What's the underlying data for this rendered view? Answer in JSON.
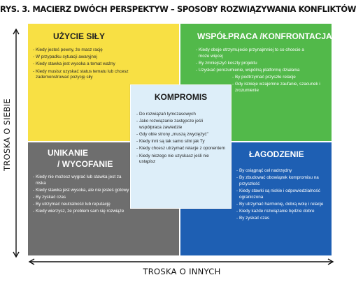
{
  "title": "RYS. 3. MACIERZ DWÓCH PERSPEKTYW – SPOSOBY ROZWIĄZYWANIA KONFLIKTÓW",
  "axes": {
    "y_label": "TROSKA O SIEBIE",
    "x_label": "TROSKA O INNYCH"
  },
  "colors": {
    "yellow": "#f8e044",
    "green": "#52b94a",
    "gray": "#6e6e6e",
    "blue": "#1e5fb3",
    "center": "#ddeef9"
  },
  "quadrants": {
    "force": {
      "title": "UŻYCIE SIŁY",
      "items": [
        "Kiedy jesteś pewny, że masz rację",
        "W przypadku sytuacji awaryjnej",
        "Kiedy stawka jest wysoka a temat ważny",
        "Kiedy musisz uzyskać status tematu lub chcesz zademonstrować pozycję siły"
      ]
    },
    "collaboration": {
      "title": "WSPÓŁPRACA /KONFRONTACJA",
      "items": [
        "Kiedy oboje otrzymujecie przynajmniej to co chcecie a może więcej",
        "By zmniejszyć koszty projektu",
        "Uzyskać porozumienie, wspólną platformę działania",
        "By podtrzymać przyszłe relacje",
        "Gdy istnieje wzajemne zaufanie, szacunek i zrozumienie"
      ]
    },
    "avoidance": {
      "title_line1": "UNIKANIE",
      "title_line2": "/ WYCOFANIE",
      "items": [
        "Kiedy nie możesz wygrać lub stawka jest za niska",
        "Kiedy stawka jest wysoka, ale nie jesteś gotowy",
        "By zyskać czas",
        "By utrzymać neutralność lub reputację",
        "Kiedy wierzysz, że problem sam się rozwiąże"
      ]
    },
    "accommodation": {
      "title": "ŁAGODZENIE",
      "items": [
        "By osiągnąć cel nadrzędny",
        "By zbudować obowiązek kompromisu na przyszłość",
        "Kiedy stawki są niskie i odpowiedzialność ograniczona",
        "By utrzymać harmonię, dobrą wolę i relacje",
        "Kiedy każde rozwiązanie będzie dobre",
        "By zyskać czas"
      ]
    },
    "compromise": {
      "title": "KOMPROMIS",
      "items": [
        "Do rozwiązań tymczasowych",
        "Jako rozwiązanie zastępcze jeśli współpraca zawiedzie",
        "Gdy obie strony „muszą zwyciężyć\"",
        "Kiedy inni są tak samo silni jak Ty",
        "Kiedy chcesz utrzymać relacje z oponentem",
        "Kiedy niczego nie uzyskasz jeśli nie ustąpisz"
      ]
    }
  }
}
